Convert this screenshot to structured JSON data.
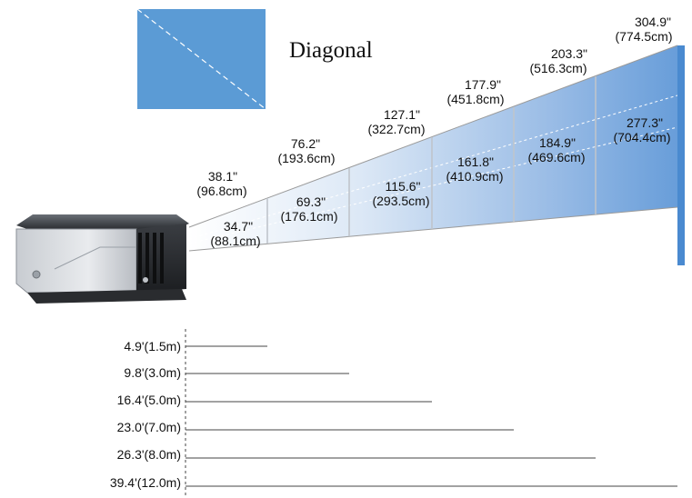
{
  "diagonal_label": "Diagonal",
  "colors": {
    "screen_blue": "#5b9bd5",
    "screen_frame": "#4a8ad0",
    "throw_line": "#444444"
  },
  "screens": [
    {
      "diagonal": "38.1\"",
      "diagonal_cm": "(96.8cm)",
      "width": "34.7\"",
      "width_cm": "(88.1cm)"
    },
    {
      "diagonal": "76.2\"",
      "diagonal_cm": "(193.6cm)",
      "width": "69.3\"",
      "width_cm": "(176.1cm)"
    },
    {
      "diagonal": "127.1\"",
      "diagonal_cm": "(322.7cm)",
      "width": "115.6\"",
      "width_cm": "(293.5cm)"
    },
    {
      "diagonal": "177.9\"",
      "diagonal_cm": "(451.8cm)",
      "width": "161.8\"",
      "width_cm": "(410.9cm)"
    },
    {
      "diagonal": "203.3\"",
      "diagonal_cm": "(516.3cm)",
      "width": "184.9\"",
      "width_cm": "(469.6cm)"
    },
    {
      "diagonal": "304.9\"",
      "diagonal_cm": "(774.5cm)",
      "width": "277.3\"",
      "width_cm": "(704.4cm)"
    }
  ],
  "distances": [
    "4.9'(1.5m)",
    "9.8'(3.0m)",
    "16.4'(5.0m)",
    "23.0'(7.0m)",
    "26.3'(8.0m)",
    "39.4'(12.0m)"
  ]
}
